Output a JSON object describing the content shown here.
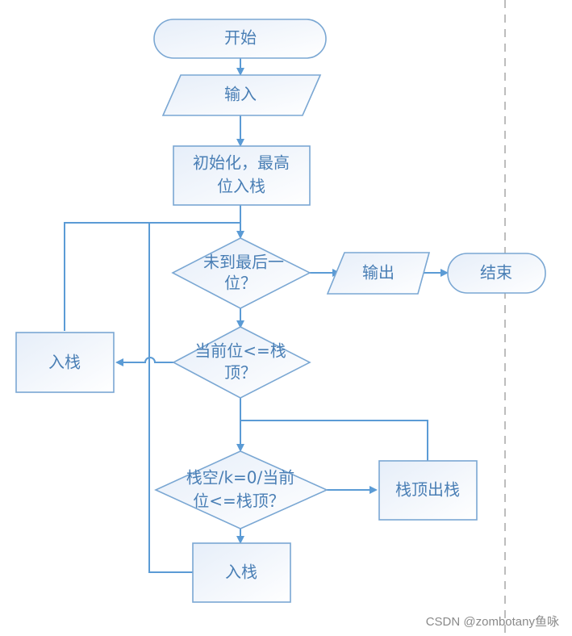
{
  "diagram": {
    "type": "flowchart",
    "nodes": {
      "start": {
        "label": "开始",
        "shape": "terminator"
      },
      "input": {
        "label": "输入",
        "shape": "parallelogram"
      },
      "init": {
        "label_lines": [
          "初始化，最高",
          "位入栈"
        ],
        "shape": "process"
      },
      "not_last": {
        "label_lines": [
          "未到最后一",
          "位？"
        ],
        "shape": "decision"
      },
      "output": {
        "label": "输出",
        "shape": "parallelogram"
      },
      "end": {
        "label": "结束",
        "shape": "terminator"
      },
      "cur_le_top": {
        "label_lines": [
          "当前位<=栈",
          "顶？"
        ],
        "shape": "decision"
      },
      "push_left": {
        "label": "入栈",
        "shape": "process"
      },
      "check_pop": {
        "label_lines": [
          "栈空/k=0/当前",
          "位<=栈顶？"
        ],
        "shape": "decision"
      },
      "pop": {
        "label": "栈顶出栈",
        "shape": "process"
      },
      "push_bottom": {
        "label": "入栈",
        "shape": "process"
      }
    },
    "edges": [
      {
        "from": "start",
        "to": "input"
      },
      {
        "from": "input",
        "to": "init"
      },
      {
        "from": "init",
        "to": "not_last"
      },
      {
        "from": "not_last",
        "to": "output"
      },
      {
        "from": "output",
        "to": "end"
      },
      {
        "from": "not_last",
        "to": "cur_le_top"
      },
      {
        "from": "cur_le_top",
        "to": "push_left"
      },
      {
        "from": "push_left",
        "to": "not_last"
      },
      {
        "from": "cur_le_top",
        "to": "check_pop"
      },
      {
        "from": "check_pop",
        "to": "pop"
      },
      {
        "from": "pop",
        "to": "check_pop"
      },
      {
        "from": "check_pop",
        "to": "push_bottom"
      },
      {
        "from": "push_bottom",
        "to": "not_last"
      }
    ],
    "colors": {
      "stroke": "#7aa7d3",
      "edge": "#5b9bd5",
      "text": "#4a7fb5",
      "fill_light": "#e6eef9"
    }
  },
  "watermark": "CSDN @zombotany鱼咏"
}
